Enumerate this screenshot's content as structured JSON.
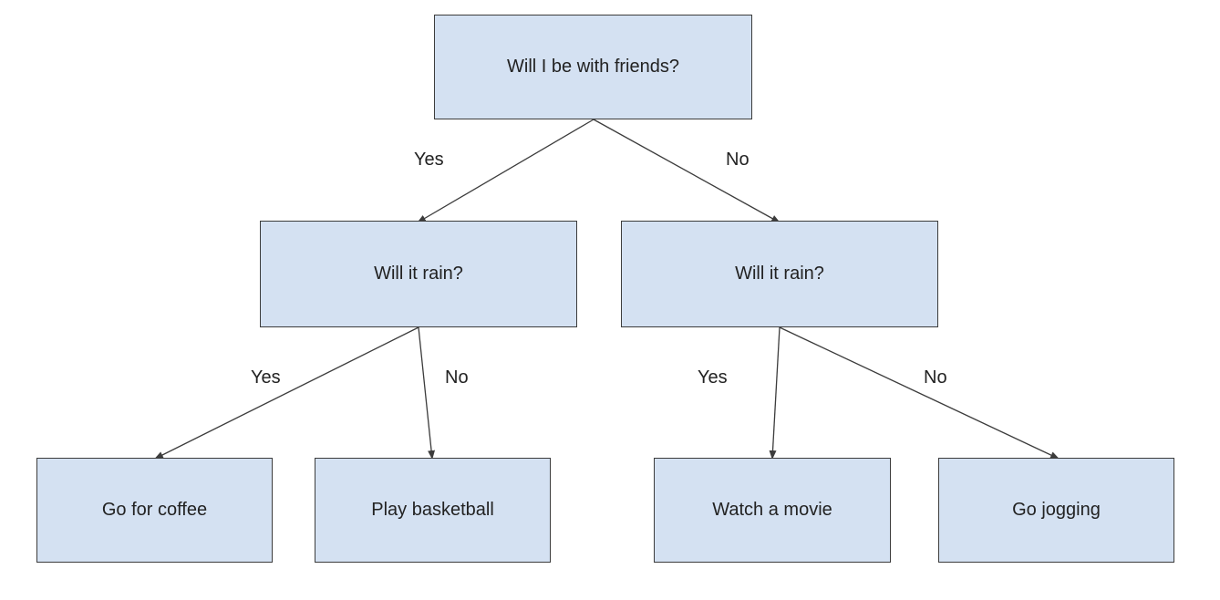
{
  "colors": {
    "node_fill": "#d4e1f2",
    "node_border": "#3c3c3c",
    "edge": "#3c3c3c",
    "text": "#222222"
  },
  "nodes": {
    "root": "Will I be with friends?",
    "rain_friends": "Will it rain?",
    "rain_alone": "Will it rain?",
    "coffee": "Go for coffee",
    "basketball": "Play basketball",
    "movie": "Watch a movie",
    "jogging": "Go jogging"
  },
  "edges": [
    {
      "from": "root",
      "to": "rain_friends",
      "label": "Yes"
    },
    {
      "from": "root",
      "to": "rain_alone",
      "label": "No"
    },
    {
      "from": "rain_friends",
      "to": "coffee",
      "label": "Yes"
    },
    {
      "from": "rain_friends",
      "to": "basketball",
      "label": "No"
    },
    {
      "from": "rain_alone",
      "to": "movie",
      "label": "Yes"
    },
    {
      "from": "rain_alone",
      "to": "jogging",
      "label": "No"
    }
  ]
}
